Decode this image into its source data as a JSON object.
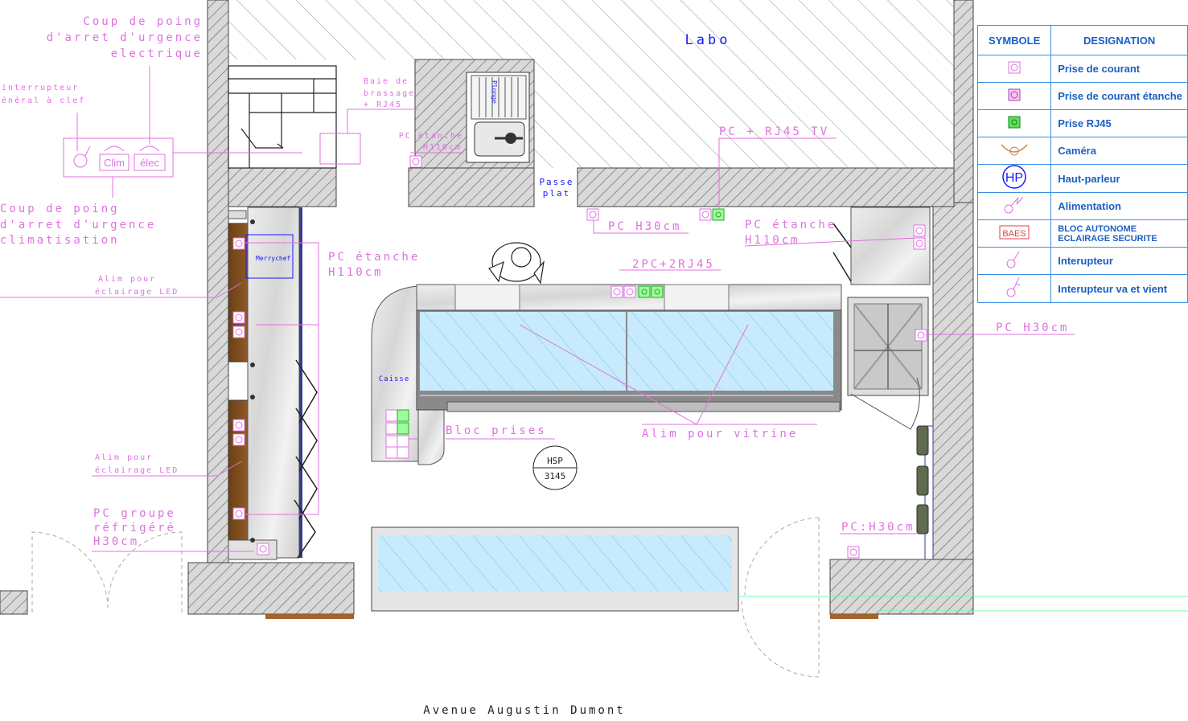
{
  "legend": {
    "headers": {
      "symbol": "SYMBOLE",
      "designation": "DESIGNATION"
    },
    "rows": [
      {
        "icon": "socket-icon",
        "label": "Prise de courant"
      },
      {
        "icon": "waterproof-socket-icon",
        "label": "Prise de courant étanche"
      },
      {
        "icon": "rj45-socket-icon",
        "label": "Prise RJ45"
      },
      {
        "icon": "camera-icon",
        "label": "Caméra"
      },
      {
        "icon": "speaker-icon",
        "symbol_text": "HP",
        "label": "Haut-parleur"
      },
      {
        "icon": "power-supply-icon",
        "label": "Alimentation"
      },
      {
        "icon": "emergency-light-icon",
        "symbol_text": "BAES",
        "label": "BLOC AUTONOME ECLAIRAGE SECURITE"
      },
      {
        "icon": "switch-icon",
        "label": "Interupteur"
      },
      {
        "icon": "two-way-switch-icon",
        "label": "Interupteur va et vient"
      }
    ]
  },
  "rooms": {
    "labo": "Labo",
    "street": "Avenue Augustin Dumont",
    "passe_plat": [
      "Passe",
      "plat"
    ],
    "caisse": "Caisse",
    "plonge": "Plonge",
    "merrychef": "Merrychef",
    "hsp": [
      "HSP",
      "3145"
    ]
  },
  "panel": {
    "clim": "Clim",
    "elec": "élec"
  },
  "annotations": {
    "coup_elec": [
      "Coup de poing",
      "d'arret d'urgence",
      "electrique"
    ],
    "interrupteur": [
      "interrupteur",
      "énéral à clef"
    ],
    "coup_clim": [
      "Coup de poing",
      "d'arret d'urgence",
      "climatisation"
    ],
    "baie": [
      "Baie de",
      "brassage",
      "+ RJ45"
    ],
    "pc_etanche_top": [
      "PC étanche",
      "H110cm"
    ],
    "pc_rj45_tv": "PC + RJ45 TV",
    "pc_h30_top": "PC H30cm",
    "pc_etanche_right": [
      "PC étanche",
      "H110cm"
    ],
    "pc_etanche_left": [
      "PC étanche",
      "H110cm"
    ],
    "two_pc": "2PC+2RJ45",
    "alim_led_1": [
      "Alim pour",
      "éclairage LED"
    ],
    "alim_led_2": [
      "Alim pour",
      "éclairage LED"
    ],
    "pc_groupe": [
      "PC groupe",
      "réfrigéré",
      "H30cm"
    ],
    "bloc_prises": "Bloc prises",
    "alim_vitrine": "Alim pour vitrine",
    "pc_h30_right": "PC H30cm",
    "pc_h30_bottom": "PC:H30cm"
  },
  "colors": {
    "annotation": "#e070e0",
    "legend": "#1a5fc6",
    "wall_hatch": "#555555",
    "glass": "#bfe6fb",
    "wood": "#7a4a1e",
    "rj45": "#22cc22"
  }
}
